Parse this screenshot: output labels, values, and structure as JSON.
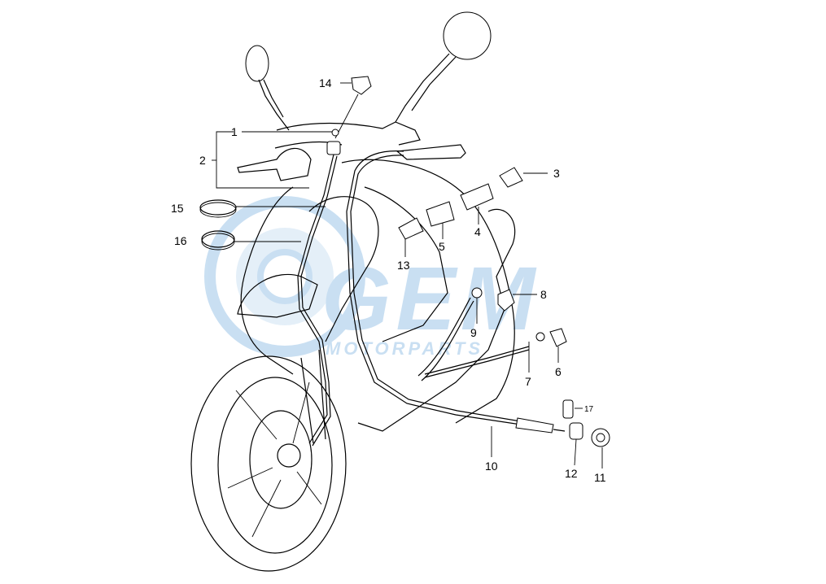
{
  "watermark": {
    "brand": "GEM",
    "subtitle": "MOTORPARTS",
    "color": "#9ec6e8"
  },
  "callouts": [
    {
      "id": "c1",
      "text": "1"
    },
    {
      "id": "c2",
      "text": "2"
    },
    {
      "id": "c3",
      "text": "3"
    },
    {
      "id": "c4",
      "text": "4"
    },
    {
      "id": "c5",
      "text": "5"
    },
    {
      "id": "c6",
      "text": "6"
    },
    {
      "id": "c7",
      "text": "7"
    },
    {
      "id": "c8",
      "text": "8"
    },
    {
      "id": "c9",
      "text": "9"
    },
    {
      "id": "c10",
      "text": "10"
    },
    {
      "id": "c11",
      "text": "11"
    },
    {
      "id": "c12",
      "text": "12"
    },
    {
      "id": "c13",
      "text": "13"
    },
    {
      "id": "c14",
      "text": "14"
    },
    {
      "id": "c15",
      "text": "15"
    },
    {
      "id": "c16",
      "text": "16"
    },
    {
      "id": "c17",
      "text": "17"
    }
  ]
}
